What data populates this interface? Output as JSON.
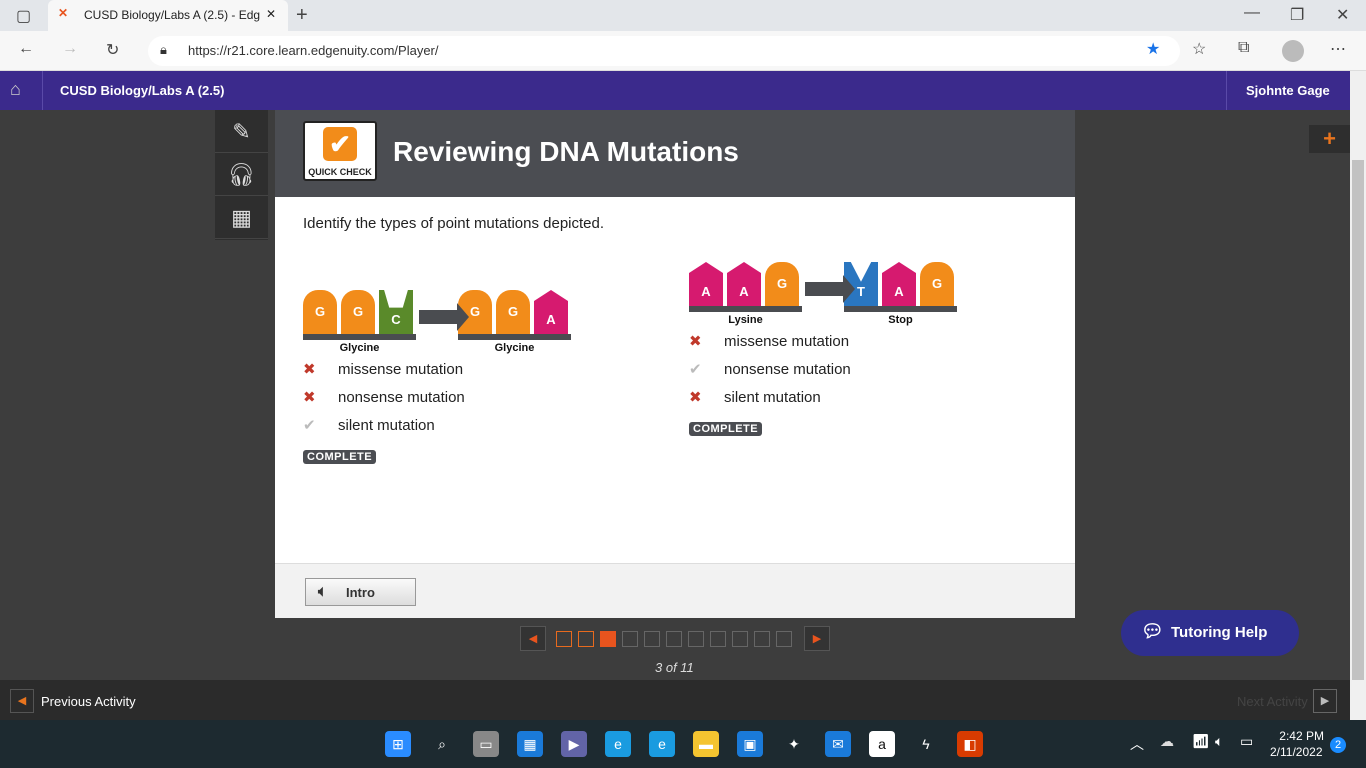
{
  "browser": {
    "tab_title": "CUSD Biology/Labs A (2.5) - Edg",
    "url": "https://r21.core.learn.edgenuity.com/Player/"
  },
  "header": {
    "course": "CUSD Biology/Labs A (2.5)",
    "user": "Sjohnte Gage"
  },
  "card": {
    "badge": "QUICK CHECK",
    "title": "Reviewing DNA Mutations",
    "prompt": "Identify the types of point mutations depicted."
  },
  "q1": {
    "before": [
      "G",
      "G",
      "C"
    ],
    "after": [
      "G",
      "G",
      "A"
    ],
    "before_label": "Glycine",
    "after_label": "Glycine",
    "options": [
      {
        "label": "missense mutation",
        "mark": "✖"
      },
      {
        "label": "nonsense mutation",
        "mark": "✖"
      },
      {
        "label": "silent mutation",
        "mark": "✔"
      }
    ],
    "status": "COMPLETE"
  },
  "q2": {
    "before": [
      "A",
      "A",
      "G"
    ],
    "after": [
      "T",
      "A",
      "G"
    ],
    "before_label": "Lysine",
    "after_label": "Stop",
    "options": [
      {
        "label": "missense mutation",
        "mark": "✖"
      },
      {
        "label": "nonsense mutation",
        "mark": "✔"
      },
      {
        "label": "silent mutation",
        "mark": "✖"
      }
    ],
    "status": "COMPLETE"
  },
  "footer": {
    "intro": "Intro"
  },
  "pagination": {
    "current": 3,
    "total": 11,
    "label": "3 of 11"
  },
  "tutoring": "Tutoring Help",
  "bottom": {
    "prev": "Previous Activity",
    "next": "Next Activity"
  },
  "taskbar": {
    "time": "2:42 PM",
    "date": "2/11/2022",
    "notifications": "2"
  },
  "colors": {
    "G": "#f28c1a",
    "A": "#d61a6f",
    "C": "#5a8a2a",
    "T": "#2a76c0"
  }
}
